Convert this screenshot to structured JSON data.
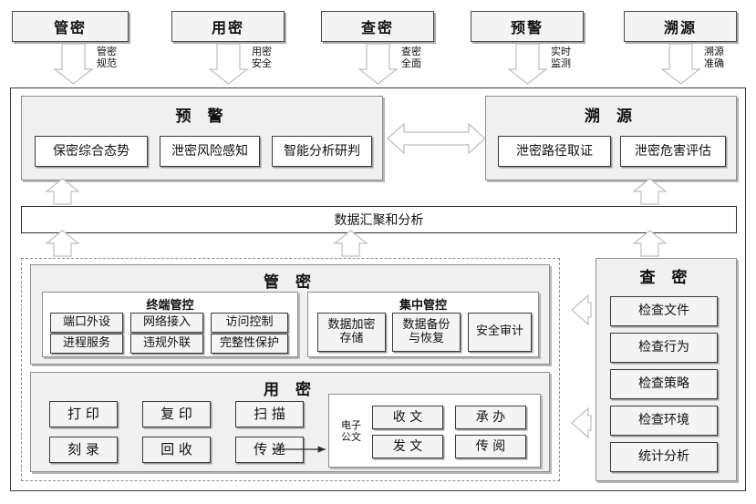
{
  "header": {
    "items": [
      {
        "label": "管密",
        "flow": "管密\n规范"
      },
      {
        "label": "用密",
        "flow": "用密\n安全"
      },
      {
        "label": "查密",
        "flow": "查密\n全面"
      },
      {
        "label": "预警",
        "flow": "实时\n监测"
      },
      {
        "label": "溯源",
        "flow": "溯源\n准确"
      }
    ]
  },
  "warning": {
    "title": "预 警",
    "items": [
      "保密综合态势",
      "泄密风险感知",
      "智能分析研判"
    ]
  },
  "trace": {
    "title": "溯 源",
    "items": [
      "泄密路径取证",
      "泄密危害评估"
    ]
  },
  "aggregation": {
    "label": "数据汇聚和分析"
  },
  "manage": {
    "title": "管 密",
    "terminal": {
      "title": "终端管控",
      "items": [
        "端口外设",
        "网络接入",
        "访问控制",
        "进程服务",
        "违规外联",
        "完整性保护"
      ]
    },
    "central": {
      "title": "集中管控",
      "items": [
        "数据加密\n存储",
        "数据备份\n与恢复",
        "安全审计"
      ]
    }
  },
  "use": {
    "title": "用 密",
    "items": [
      "打 印",
      "复 印",
      "扫 描",
      "刻 录",
      "回 收",
      "传 递"
    ],
    "edoc": {
      "label": "电子\n公文",
      "items": [
        "收 文",
        "承 办",
        "发 文",
        "传 阅"
      ]
    }
  },
  "inspect": {
    "title": "查 密",
    "items": [
      "检查文件",
      "检查行为",
      "检查策略",
      "检查环境",
      "统计分析"
    ]
  },
  "colors": {
    "box_fill": "#f4f4f4",
    "group_fill": "#f0f0f0",
    "border_dark": "#3b3b3b",
    "border_gray": "#8d8d8d",
    "shadow": "#a8a8a8",
    "page_bg": "#ffffff"
  }
}
